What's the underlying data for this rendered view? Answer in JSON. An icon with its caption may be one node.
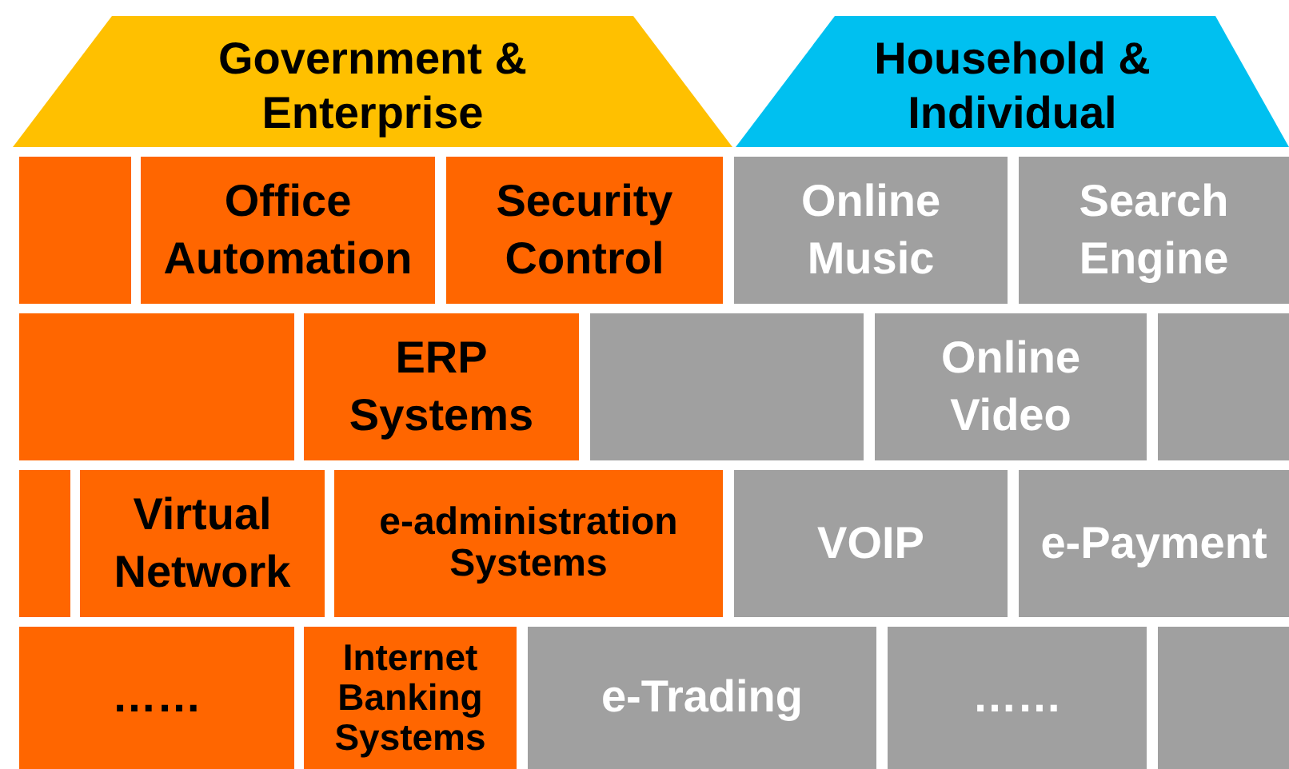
{
  "diagram": {
    "nodes": [
      {
        "text": [
          "Government & Enterprise"
        ]
      },
      {
        "text": [
          "Household & Individual"
        ]
      },
      {
        "text": [],
        "shape": "box"
      },
      {
        "text": [
          "Office Automation"
        ]
      },
      {
        "text": [
          "Security Control"
        ]
      },
      {
        "text": [
          "Online Music"
        ]
      },
      {
        "text": [
          "Search Engine"
        ]
      },
      {
        "text": [],
        "shape": "box"
      },
      {
        "text": [
          "ERP Systems"
        ]
      },
      {
        "text": [],
        "shape": "box"
      },
      {
        "text": [
          "Online Video"
        ]
      },
      {
        "text": [],
        "shape": "box"
      },
      {
        "text": [],
        "shape": "box"
      },
      {
        "text": [
          "Virtual Network"
        ]
      },
      {
        "text": [
          "e-administration Systems"
        ]
      },
      {
        "text": [
          "VOIP"
        ]
      },
      {
        "text": [
          "e-Payment"
        ]
      },
      {
        "text": [
          "……"
        ]
      },
      {
        "text": [
          "Internet Banking Systems"
        ]
      },
      {
        "text": [
          "e-Trading"
        ]
      },
      {
        "text": [
          "……"
        ]
      },
      {
        "text": [],
        "shape": "box"
      }
    ]
  }
}
